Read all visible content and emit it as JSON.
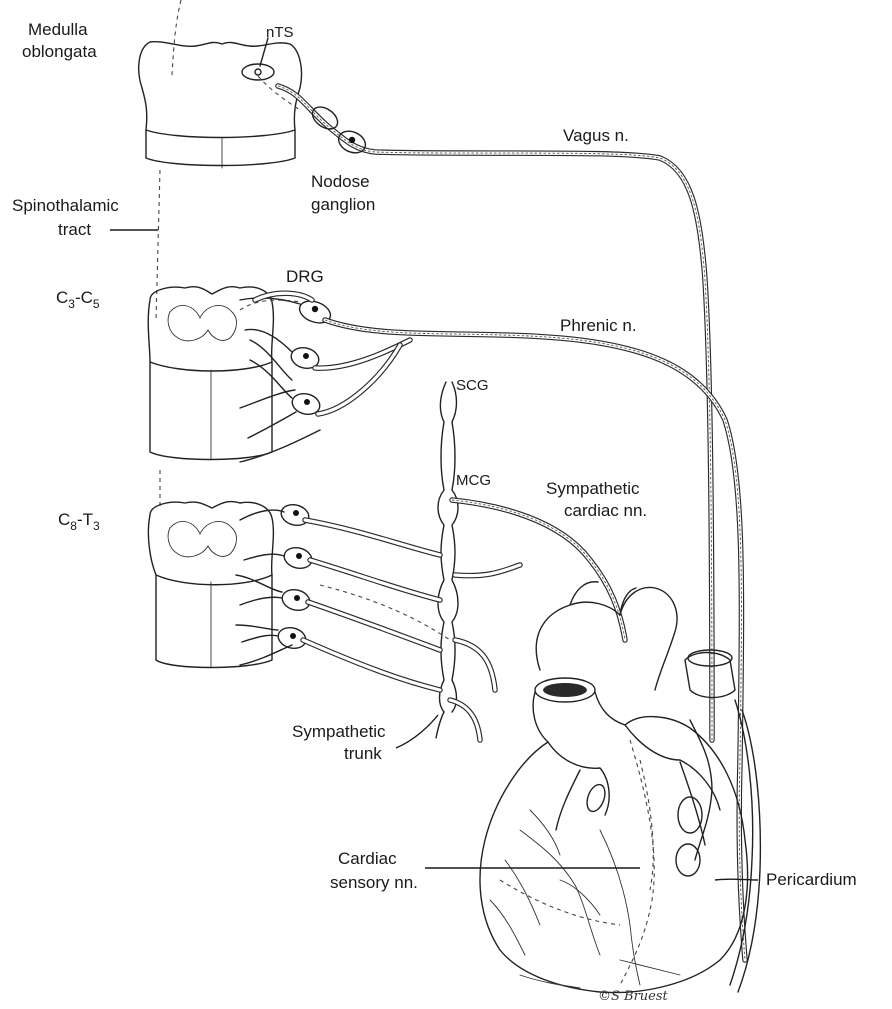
{
  "labels": {
    "medulla_1": "Medulla",
    "medulla_2": "oblongata",
    "nts": "nTS",
    "vagus": "Vagus n.",
    "nodose_1": "Nodose",
    "nodose_2": "ganglion",
    "spinothalamic_1": "Spinothalamic",
    "spinothalamic_2": "tract",
    "drg": "DRG",
    "c3c5_a": "C",
    "c3c5_a_sub": "3",
    "c3c5_dash": "-C",
    "c3c5_b_sub": "5",
    "phrenic": "Phrenic n.",
    "scg": "SCG",
    "mcg": "MCG",
    "sympathetic_cardiac_1": "Sympathetic",
    "sympathetic_cardiac_2": "cardiac nn.",
    "c8t3_a": "C",
    "c8t3_a_sub": "8",
    "c8t3_dash": "-T",
    "c8t3_b_sub": "3",
    "sympathetic_trunk_1": "Sympathetic",
    "sympathetic_trunk_2": "trunk",
    "cardiac_sensory_1": "Cardiac",
    "cardiac_sensory_2": "sensory nn.",
    "pericardium": "Pericardium"
  },
  "colors": {
    "ink": "#1a1a1a",
    "background": "#ffffff"
  }
}
